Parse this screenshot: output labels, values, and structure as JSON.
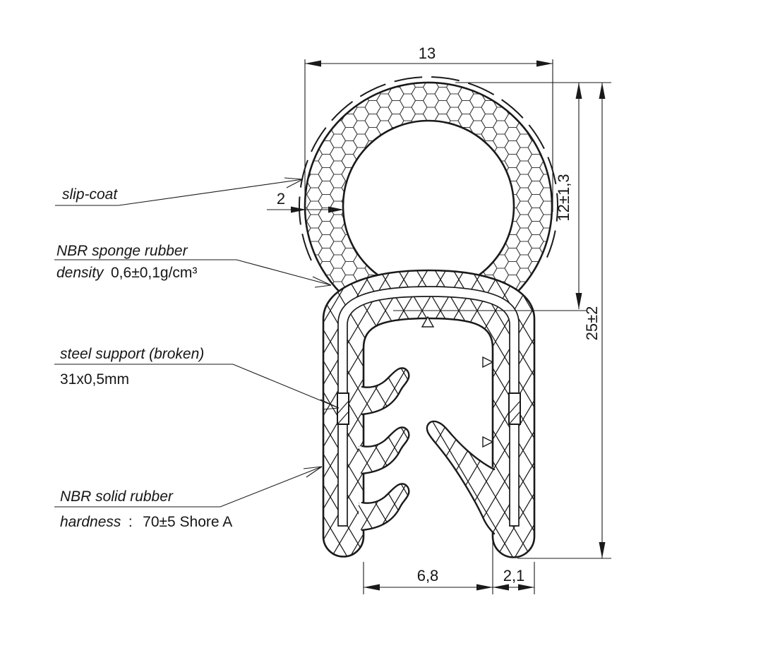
{
  "drawing": {
    "dims": {
      "top_width": "13",
      "wall_thickness": "2",
      "bulb_height": "12±1,3",
      "overall_height": "25±2",
      "jaw_gap": "6,8",
      "leg_width": "2,1"
    },
    "labels": {
      "slip_coat": "slip-coat",
      "sponge_material": "NBR sponge rubber",
      "sponge_property_word": "density",
      "sponge_property_value": "0,6±0,1g/cm³",
      "steel_support": "steel support (broken)",
      "steel_size": "31x0,5mm",
      "solid_material": "NBR solid rubber",
      "solid_property_word": "hardness",
      "solid_property_sep": ":",
      "solid_property_value": "70±5 Shore A"
    },
    "colors": {
      "line": "#1a1a1a",
      "background": "#ffffff"
    }
  }
}
